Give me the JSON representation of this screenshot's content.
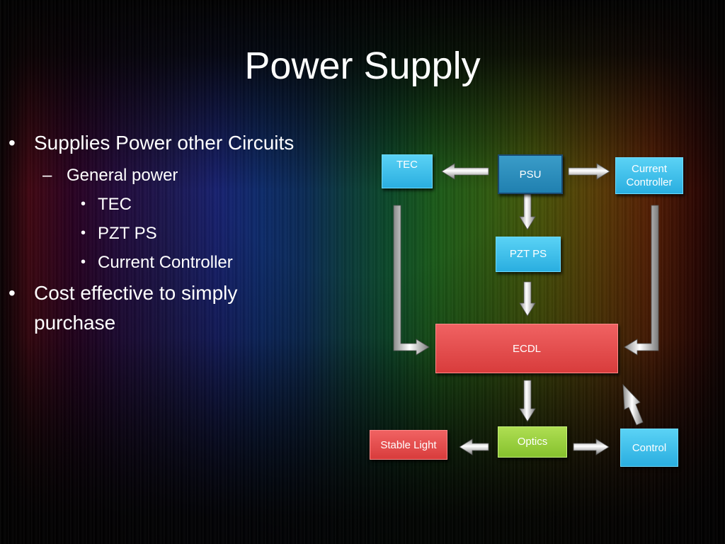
{
  "slide": {
    "title": "Power Supply"
  },
  "bullets": {
    "item1": "Supplies Power other Circuits",
    "item1_sub": "General power",
    "item1_sub_items": [
      "TEC",
      "PZT PS",
      "Current Controller"
    ],
    "item2_line1": "Cost effective to simply",
    "item2_line2": "purchase",
    "bullet_glyph": "•",
    "dash_glyph": "–"
  },
  "diagram": {
    "nodes": {
      "tec": "TEC",
      "psu": "PSU",
      "current_controller_line1": "Current",
      "current_controller_line2": "Controller",
      "pzt_ps": "PZT PS",
      "ecdl": "ECDL",
      "optics": "Optics",
      "stable_light": "Stable Light",
      "control": "Control"
    },
    "edges": [
      [
        "PSU",
        "TEC"
      ],
      [
        "PSU",
        "Current Controller"
      ],
      [
        "PSU",
        "PZT PS"
      ],
      [
        "PZT PS",
        "ECDL"
      ],
      [
        "TEC",
        "ECDL"
      ],
      [
        "Current Controller",
        "ECDL"
      ],
      [
        "ECDL",
        "Optics"
      ],
      [
        "Optics",
        "Stable Light"
      ],
      [
        "Optics",
        "Control"
      ],
      [
        "Control",
        "ECDL"
      ]
    ],
    "colors": {
      "blue_box": "#3fc0ea",
      "red_box": "#e04848",
      "green_box": "#98cf3a",
      "arrow": "#c8c8c8"
    },
    "arrow_style": "silver-3d-arrow"
  }
}
